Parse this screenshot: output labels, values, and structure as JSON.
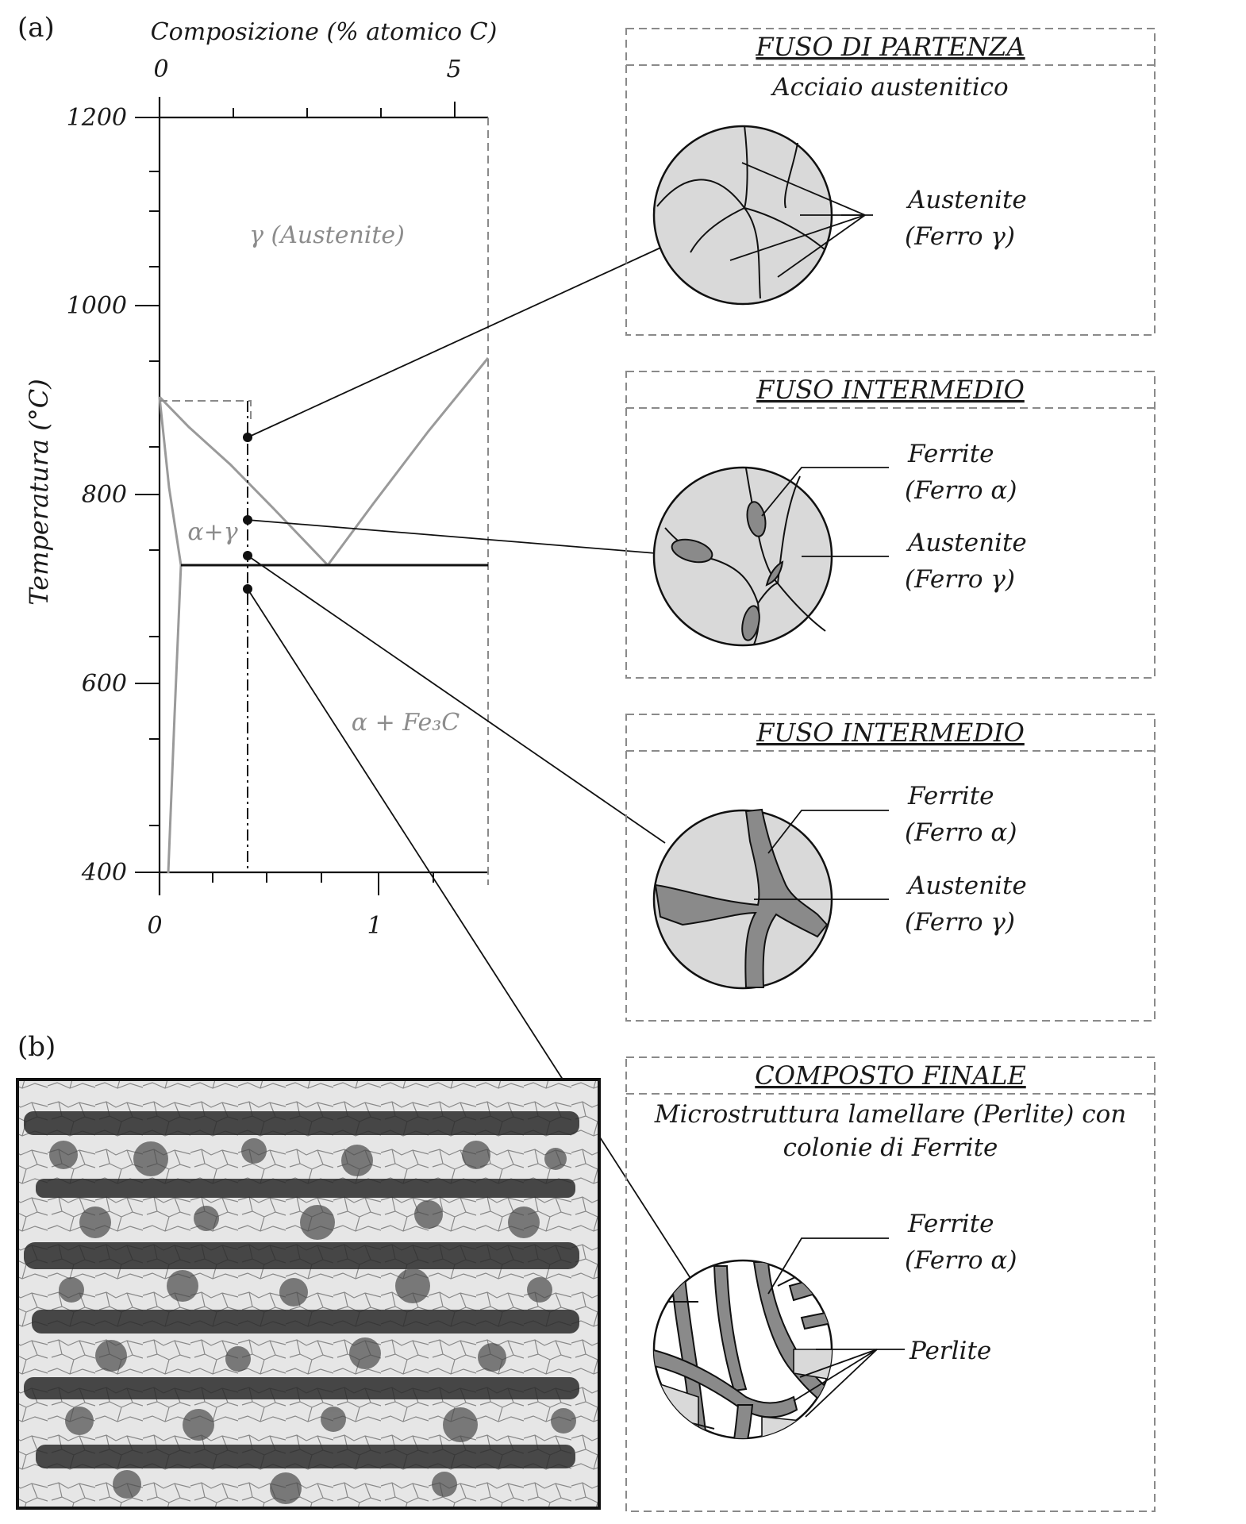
{
  "panel_a": {
    "tag": "(a)",
    "top_axis": {
      "title": "Composizione (% atomico C)",
      "ticks": [
        "0",
        "5"
      ]
    },
    "bottom_axis": {
      "ticks": [
        "0",
        "1"
      ]
    },
    "y_axis": {
      "title": "Temperatura (°C)",
      "ticks": [
        "1200",
        "1000",
        "800",
        "600",
        "400"
      ]
    },
    "regions": {
      "gamma": "γ (Austenite)",
      "alpha_gamma": "α+γ",
      "alpha_fe3c": "α + Fe₃C"
    }
  },
  "panel_b": {
    "tag": "(b)"
  },
  "stages": [
    {
      "header": "FUSO DI PARTENZA",
      "subtitle": "Acciaio austenitico",
      "labels": [
        {
          "line1": "Austenite",
          "line2": "(Ferro γ)"
        }
      ]
    },
    {
      "header": "FUSO INTERMEDIO",
      "labels": [
        {
          "line1": "Ferrite",
          "line2": "(Ferro α)"
        },
        {
          "line1": "Austenite",
          "line2": "(Ferro γ)"
        }
      ]
    },
    {
      "header": "FUSO INTERMEDIO",
      "labels": [
        {
          "line1": "Ferrite",
          "line2": "(Ferro α)"
        },
        {
          "line1": "Austenite",
          "line2": "(Ferro γ)"
        }
      ]
    },
    {
      "header": "COMPOSTO FINALE",
      "subtitle_line1": "Microstruttura lamellare (Perlite) con",
      "subtitle_line2": "colonie di Ferrite",
      "labels": [
        {
          "line1": "Ferrite",
          "line2": "(Ferro α)"
        },
        {
          "line1": "Perlite"
        }
      ]
    }
  ],
  "colors": {
    "ink": "#111111",
    "phase_line": "#9a9a9a",
    "matrix": "#d9d9d9",
    "second_phase": "#8a8a8a",
    "frame": "#8a8a8a"
  }
}
